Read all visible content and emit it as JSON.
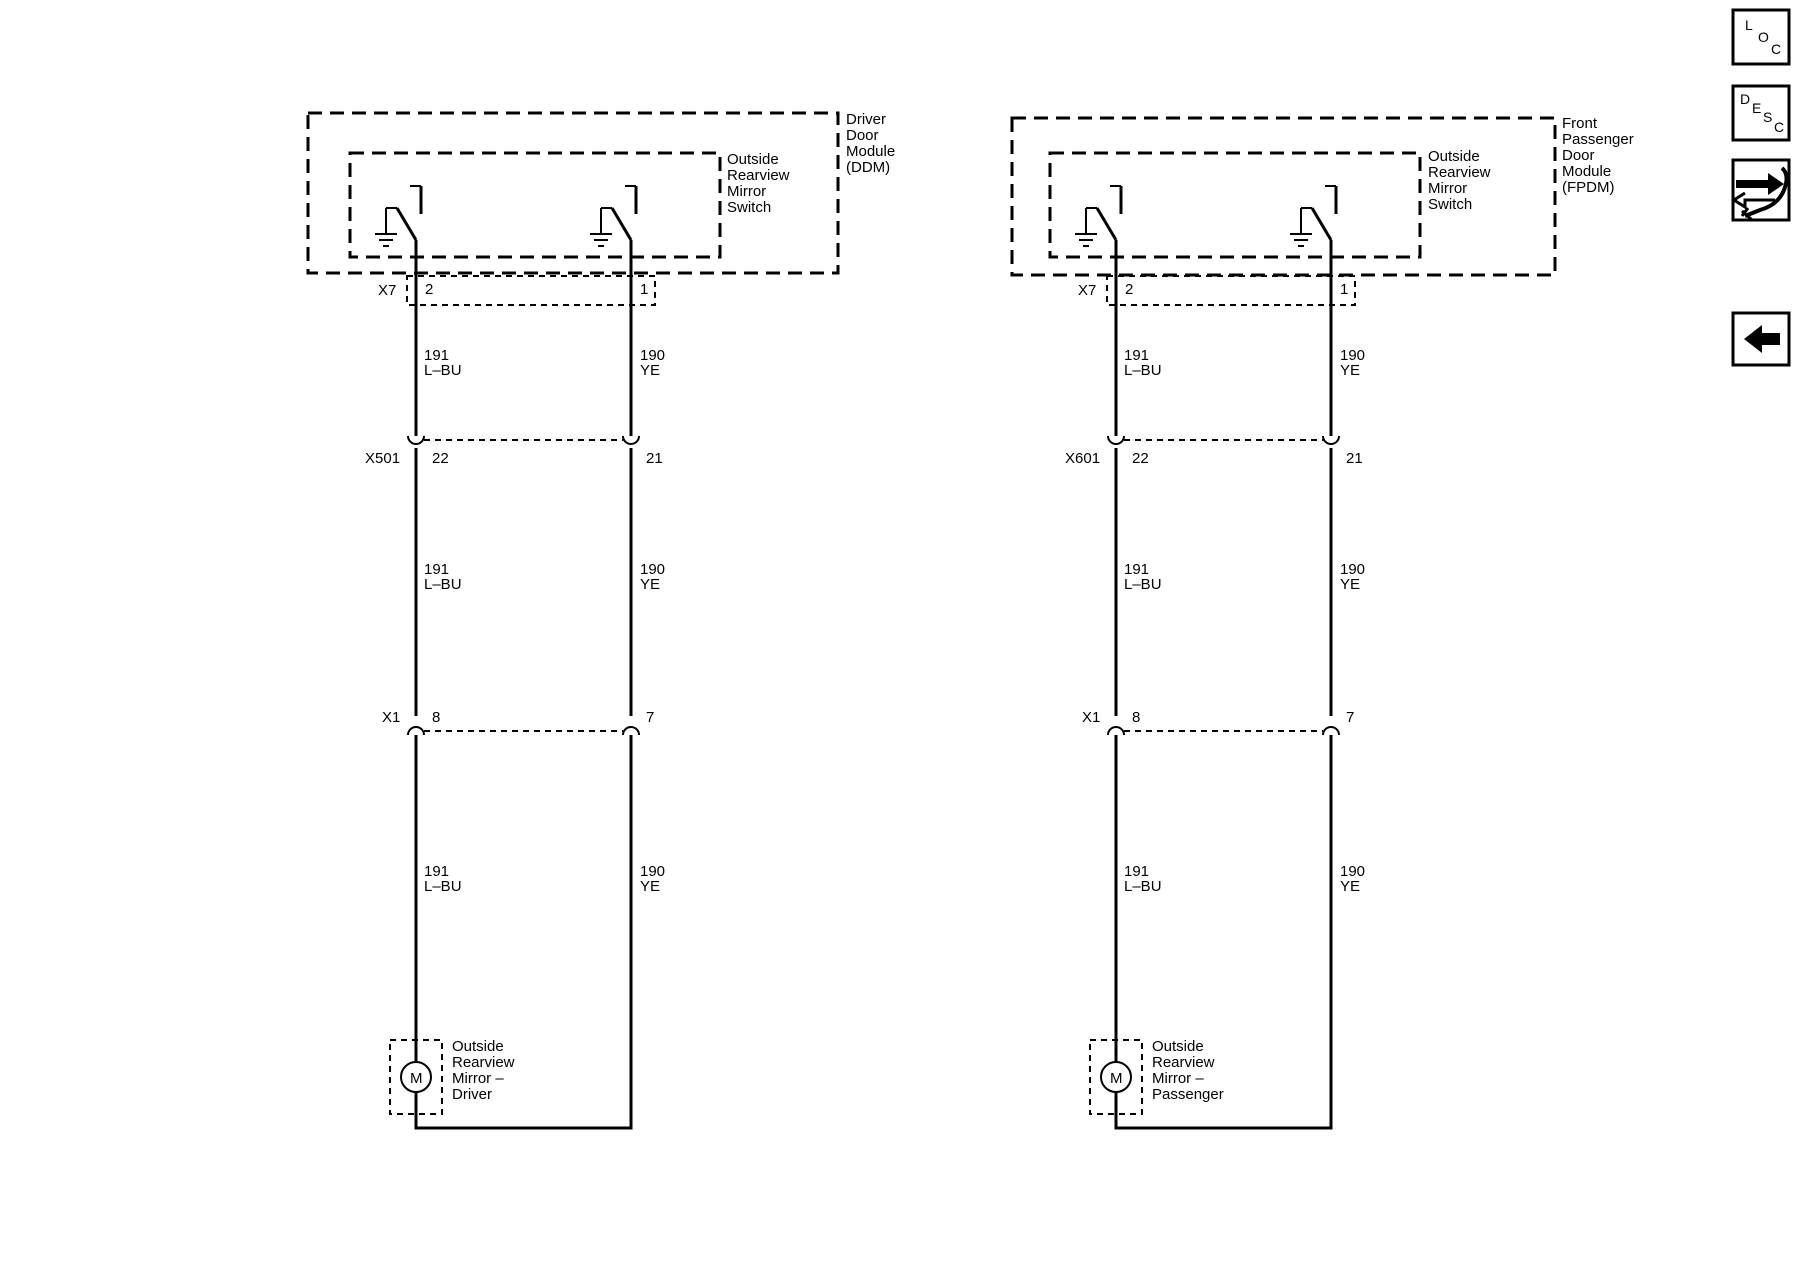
{
  "circuits": [
    {
      "module": {
        "lines": [
          "Driver",
          "Door",
          "Module",
          "(DDM)"
        ]
      },
      "switch": {
        "lines": [
          "Outside",
          "Rearview",
          "Mirror",
          "Switch"
        ]
      },
      "connector_top": {
        "id": "X7",
        "pin_left": "2",
        "pin_right": "1"
      },
      "connector_mid": {
        "id": "X501",
        "pin_left": "22",
        "pin_right": "21"
      },
      "connector_low": {
        "id": "X1",
        "pin_left": "8",
        "pin_right": "7"
      },
      "wire_left": {
        "circuit": "191",
        "color": "L–BU"
      },
      "wire_right": {
        "circuit": "190",
        "color": "YE"
      },
      "motor": {
        "symbol": "M",
        "lines": [
          "Outside",
          "Rearview",
          "Mirror –",
          "Driver"
        ]
      }
    },
    {
      "module": {
        "lines": [
          "Front",
          "Passenger",
          "Door",
          "Module",
          "(FPDM)"
        ]
      },
      "switch": {
        "lines": [
          "Outside",
          "Rearview",
          "Mirror",
          "Switch"
        ]
      },
      "connector_top": {
        "id": "X7",
        "pin_left": "2",
        "pin_right": "1"
      },
      "connector_mid": {
        "id": "X601",
        "pin_left": "22",
        "pin_right": "21"
      },
      "connector_low": {
        "id": "X1",
        "pin_left": "8",
        "pin_right": "7"
      },
      "wire_left": {
        "circuit": "191",
        "color": "L–BU"
      },
      "wire_right": {
        "circuit": "190",
        "color": "YE"
      },
      "motor": {
        "symbol": "M",
        "lines": [
          "Outside",
          "Rearview",
          "Mirror –",
          "Passenger"
        ]
      }
    }
  ],
  "nav": {
    "loc": {
      "letters": [
        "L",
        "O",
        "C"
      ],
      "icon": "location-icon"
    },
    "desc": {
      "letters": [
        "D",
        "E",
        "S",
        "C"
      ],
      "icon": "description-icon"
    },
    "tools": {
      "icon": "diagnostic-tools-icon"
    },
    "back": {
      "icon": "back-arrow-icon"
    }
  }
}
